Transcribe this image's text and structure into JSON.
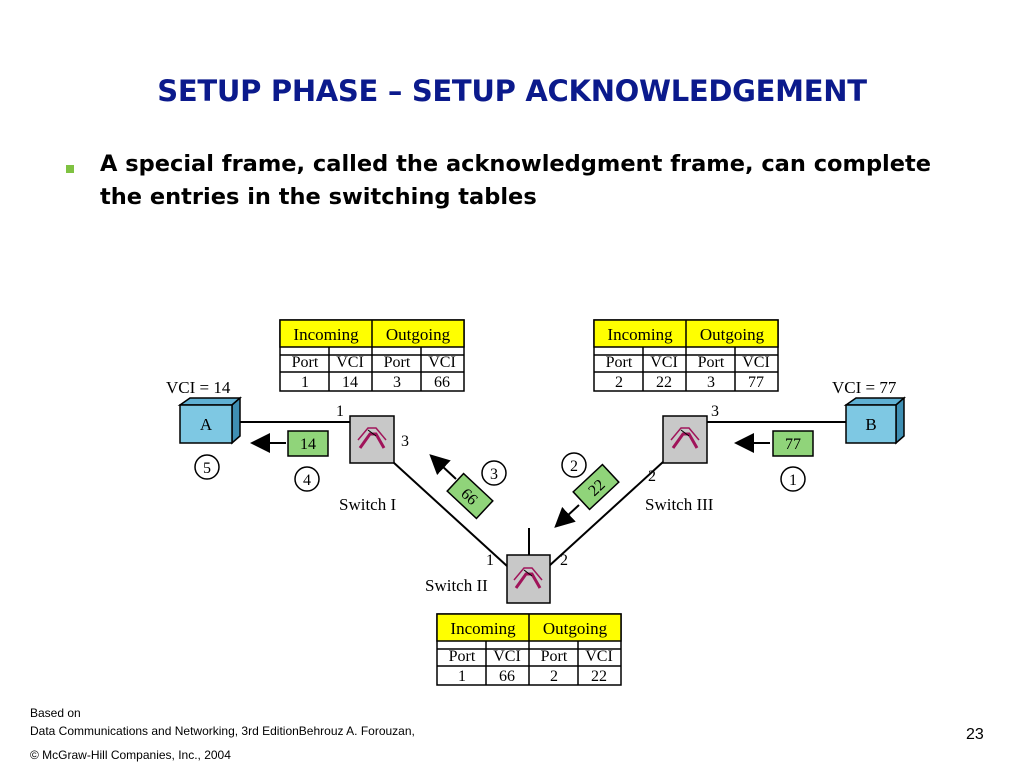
{
  "slide": {
    "title": "SETUP PHASE – SETUP ACKNOWLEDGEMENT",
    "bullet": "A special frame, called the acknowledgment frame, can complete the entries in the switching tables",
    "page_number": "23"
  },
  "footer": {
    "line1": "Based on",
    "line2": "Data Communications and Networking, 3rd EditionBehrouz A. Forouzan,",
    "line3": "© McGraw-Hill Companies, Inc., 2004"
  },
  "diagram": {
    "table_headers": {
      "incoming": "Incoming",
      "outgoing": "Outgoing"
    },
    "column_headers": [
      "Port",
      "VCI",
      "Port",
      "VCI"
    ],
    "table_1": [
      "1",
      "14",
      "3",
      "66"
    ],
    "table_2": [
      "1",
      "66",
      "2",
      "22"
    ],
    "table_3": [
      "2",
      "22",
      "3",
      "77"
    ],
    "station_a": {
      "label": "A",
      "vci": "VCI = 14"
    },
    "station_b": {
      "label": "B",
      "vci": "VCI = 77"
    },
    "switch_1": {
      "label": "Switch I",
      "ports": [
        "1",
        "3"
      ]
    },
    "switch_2": {
      "label": "Switch II",
      "ports": [
        "1",
        "2"
      ]
    },
    "switch_3": {
      "label": "Switch III",
      "ports": [
        "3",
        "2"
      ]
    },
    "frames": [
      "14",
      "66",
      "22",
      "77"
    ],
    "steps": [
      "1",
      "2",
      "3",
      "4",
      "5"
    ],
    "colors": {
      "table_header": "#ffff00",
      "frame": "#90d47a",
      "station": "#7ec8e3",
      "switch": "#c8c8c8",
      "switch_path": "#a0145a",
      "title": "#0b1a8c",
      "bullet": "#7fc241"
    }
  }
}
